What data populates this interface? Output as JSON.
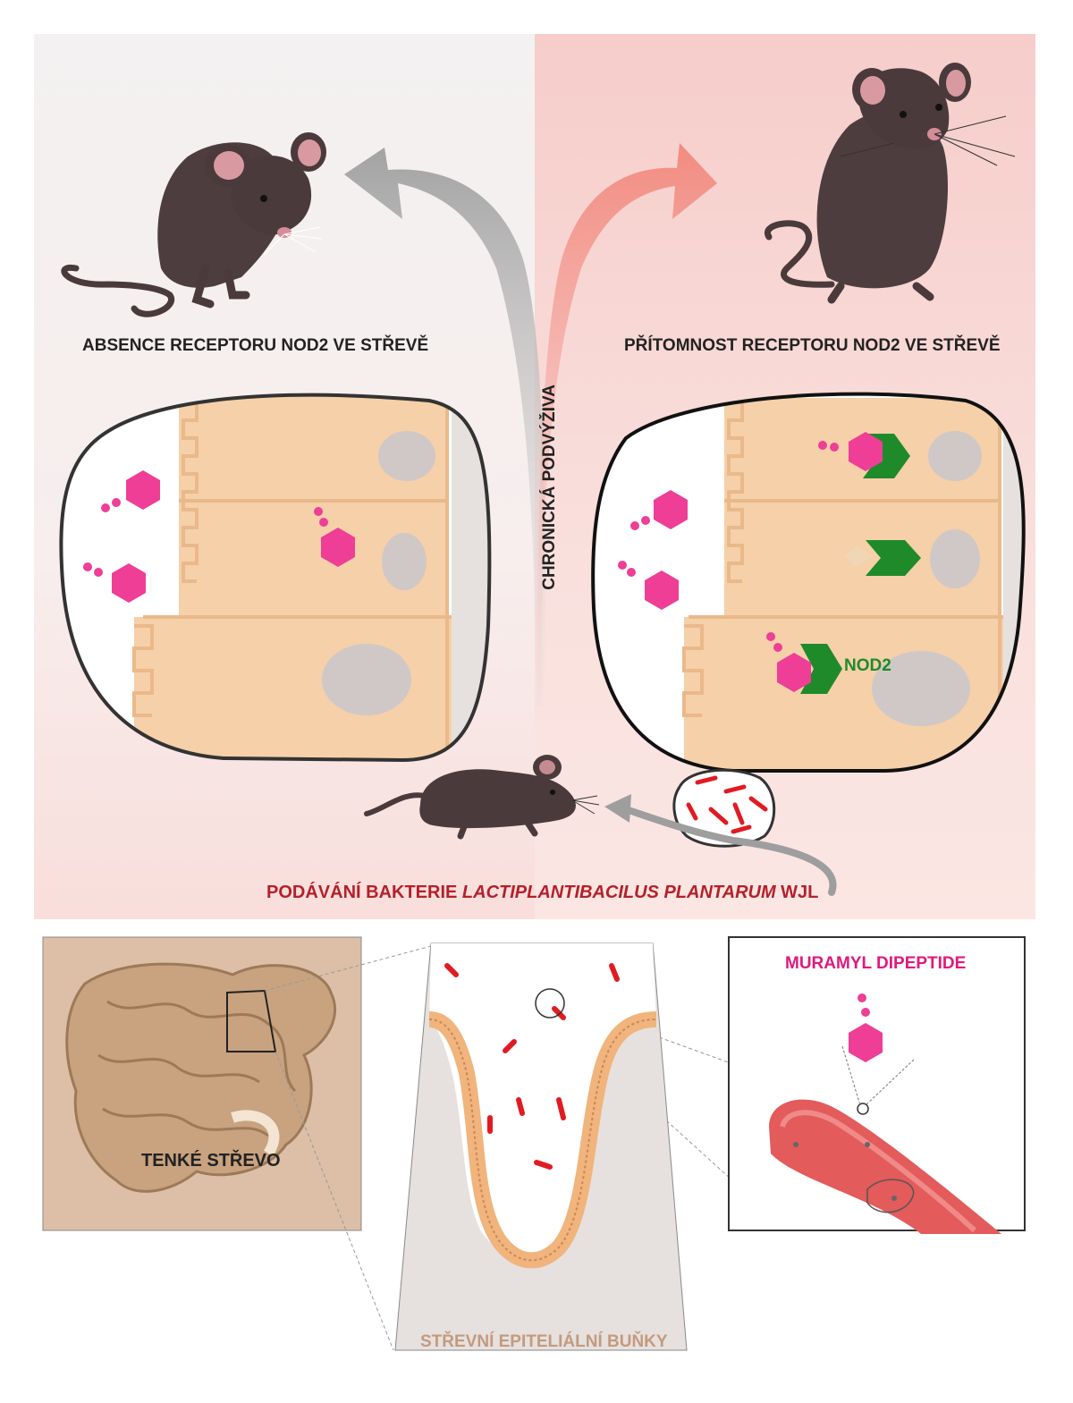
{
  "labels": {
    "absence": "ABSENCE RECEPTORU NOD2 VE STŘEVĚ",
    "presence": "PŘÍTOMNOST RECEPTORU NOD2 VE STŘEVĚ",
    "malnutrition": "CHRONICKÁ PODVÝŽIVA",
    "nod2": "NOD2",
    "bacteria_prefix": "PODÁVÁNÍ BAKTERIE ",
    "bacteria_species": "LACTIPLANTIBACILUS PLANTARUM",
    "bacteria_suffix": " WJL",
    "muramyl": "MURAMYL DIPEPTIDE",
    "small_intestine": "TENKÉ STŘEVO",
    "epithelial_cells": "STŘEVNÍ EPITELIÁLNÍ BUŇKY"
  },
  "colors": {
    "left_background": "#f4efee",
    "right_background": "#f7d5d2",
    "cell": "#f5d0a9",
    "nucleus": "#cfc8c6",
    "mdp_hexagon": "#ee3e96",
    "nod2_receptor": "#1f8a2a",
    "bacterium": "#e11b22",
    "intestine_panel": "#dcbfa6",
    "mouse": "#4a3a3b"
  },
  "icons": [
    "mouse-icon",
    "arrow-icon",
    "hexagon-icon",
    "receptor-icon",
    "bacterium-icon",
    "intestine-icon"
  ]
}
